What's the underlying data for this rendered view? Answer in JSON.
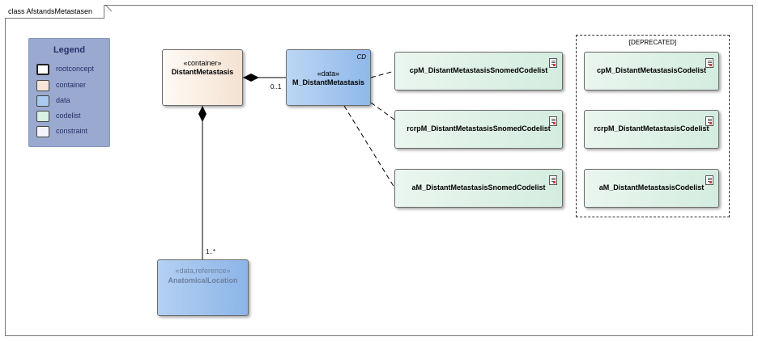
{
  "frame": {
    "title": "class AfstandsMetastasen"
  },
  "legend": {
    "title": "Legend",
    "items": [
      {
        "label": "rootconcept",
        "color": "#ffffff"
      },
      {
        "label": "container",
        "color": "#f7e6d8"
      },
      {
        "label": "data",
        "color": "#a9c9ef"
      },
      {
        "label": "codelist",
        "color": "#d9f0e4"
      },
      {
        "label": "constraint",
        "color": "#f4f4fb"
      }
    ]
  },
  "classes": {
    "distant_metastasis": {
      "stereotype": "«container»",
      "name": "DistantMetastasis"
    },
    "m_distant_metastasis": {
      "stereotype": "«data»",
      "name": "M_DistantMetastasis",
      "tag": "CD"
    },
    "anatomical_location": {
      "stereotype": "«data,reference»",
      "name": "AnatomicalLocation"
    }
  },
  "codelists": [
    {
      "name": "cpM_DistantMetastasisSnomedCodelist"
    },
    {
      "name": "rcrpM_DistantMetastasisSnomedCodelist"
    },
    {
      "name": "aM_DistantMetastasisSnomedCodelist"
    }
  ],
  "deprecated": {
    "label": "[DEPRECATED]",
    "codelists": [
      {
        "name": "cpM_DistantMetastasisCodelist"
      },
      {
        "name": "rcrpM_DistantMetastasisCodelist"
      },
      {
        "name": "aM_DistantMetastasisCodelist"
      }
    ]
  },
  "multiplicities": {
    "to_m_distant": "0..1",
    "to_anatomical": "1..*"
  }
}
